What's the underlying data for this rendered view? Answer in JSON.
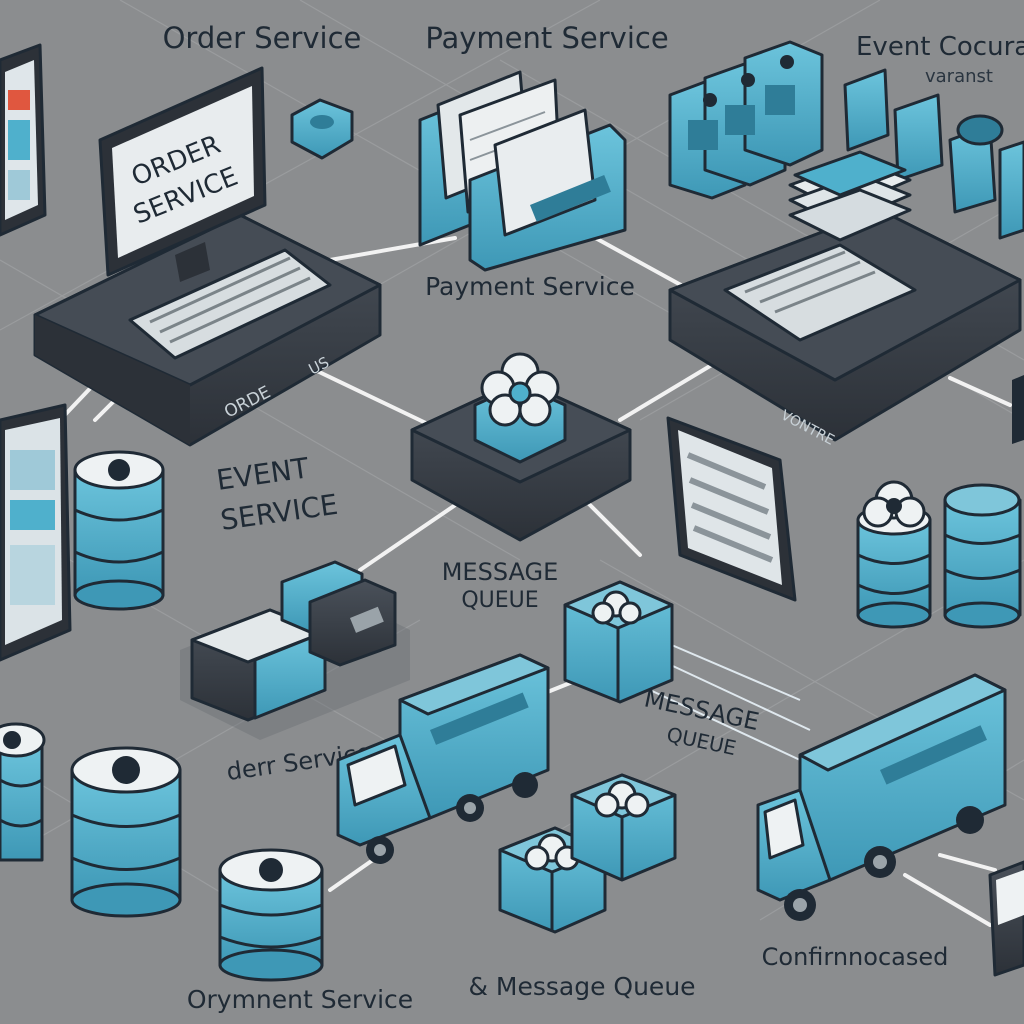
{
  "colors": {
    "background": "#8b8d8f",
    "accent": "#4fb0cc",
    "accent_dark": "#2f7d98",
    "platform": "#3b4149",
    "outline": "#1f2a35"
  },
  "labels": {
    "top_order": "Order Service",
    "top_payment": "Payment Service",
    "top_event": "Event Cocura",
    "top_event_sub": "varanst",
    "monitor_line1": "ORDER",
    "monitor_line2": "SERVICE",
    "platform_order": "ORDE",
    "platform_order_suffix": "US",
    "payment_mid": "Payment Service",
    "platform_right": "VONTRE",
    "event_service_line1": "EVENT",
    "event_service_line2": "SERVICE",
    "message_queue_1_line1": "MESSAGE",
    "message_queue_1_line2": "QUEUE",
    "order_service_bottom": "derr Service",
    "message_queue_2_line1": "MESSAGE",
    "message_queue_2_line2": "QUEUE",
    "payment_bottom": "Orymnent Service",
    "message_queue_bottom": "& Message Queue",
    "confirm": "Confirnnocased"
  },
  "icons": [
    "monitor-icon",
    "keyboard-icon",
    "document-tray-icon",
    "server-rack-icon",
    "message-broker-icon",
    "database-icon",
    "delivery-truck-icon",
    "package-icon"
  ]
}
